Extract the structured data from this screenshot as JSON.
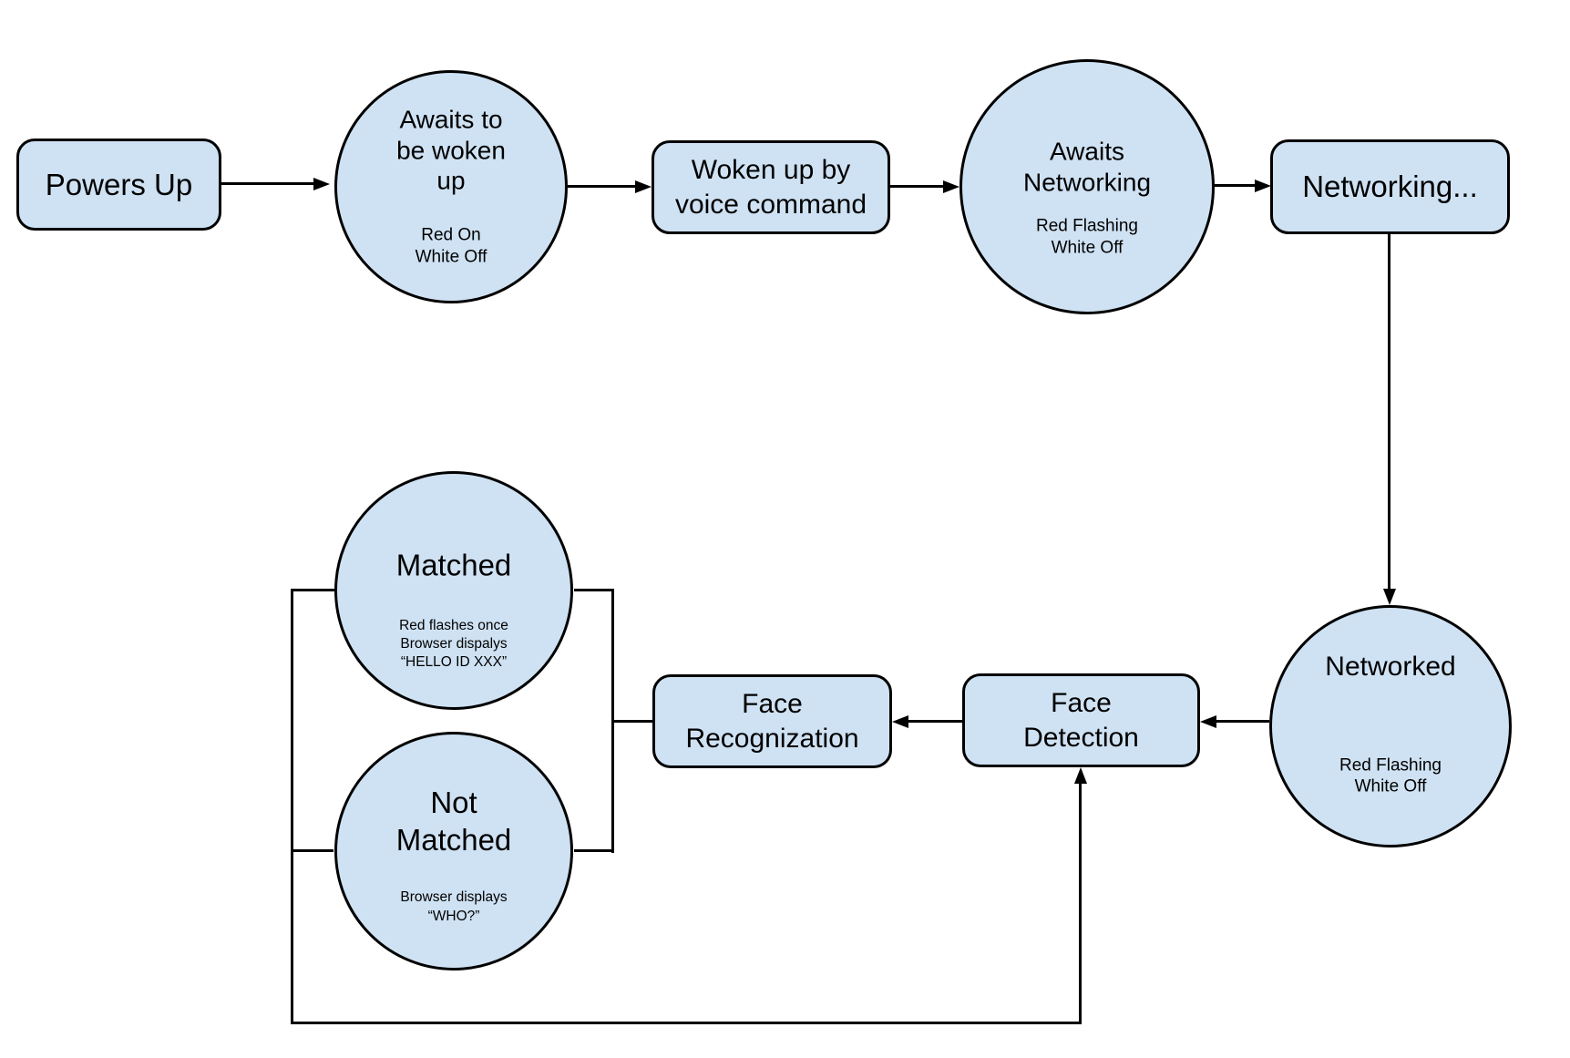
{
  "diagram": {
    "nodes": {
      "powers_up": {
        "label": "Powers Up"
      },
      "awaits_wake": {
        "label": "Awaits to\nbe woken\nup",
        "sublabel": "Red On\nWhite Off"
      },
      "woken_voice": {
        "label": "Woken up by\nvoice command"
      },
      "awaits_networking": {
        "label": "Awaits\nNetworking",
        "sublabel": "Red Flashing\nWhite Off"
      },
      "networking": {
        "label": "Networking..."
      },
      "networked": {
        "label": "Networked",
        "sublabel": "Red Flashing\nWhite Off"
      },
      "face_detection": {
        "label": "Face\nDetection"
      },
      "face_recognization": {
        "label": "Face\nRecognization"
      },
      "matched": {
        "label": "Matched",
        "sublabel": "Red flashes once\nBrowser dispalys\n“HELLO ID XXX”"
      },
      "not_matched": {
        "label": "Not\nMatched",
        "sublabel": "Browser displays\n“WHO?”"
      }
    },
    "colors": {
      "node_fill": "#cfe2f3",
      "node_border": "#000000",
      "background": "#ffffff",
      "connector": "#000000"
    }
  }
}
